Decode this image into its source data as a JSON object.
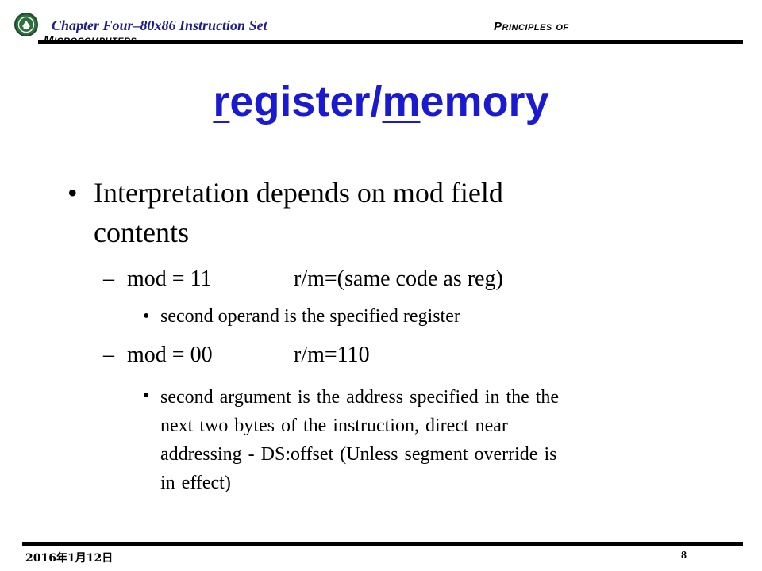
{
  "header": {
    "chapter": "Chapter Four–80x86 Instruction Set",
    "principles": "Principles of",
    "microcomputers": "Microcomputers",
    "logo_icon": "university-seal-icon"
  },
  "title": {
    "part1_underlined": "r",
    "part2": "egister/",
    "part3_underlined": "m",
    "part4": "emory",
    "color": "#1a1ad0"
  },
  "content": {
    "bullet1": {
      "line1": "Interpretation depends on mod field",
      "line2": "contents"
    },
    "sub1": {
      "mod": "mod = 11",
      "rm": "r/m=(same code as reg)",
      "detail": "second operand is the specified register"
    },
    "sub2": {
      "mod": "mod = 00",
      "rm": "r/m=110",
      "detail_lines": [
        "second argument is the address specified in the the",
        "next two bytes of the instruction, direct near",
        "addressing - DS:offset (Unless segment override is",
        "in effect)"
      ]
    }
  },
  "footer": {
    "date": "2016年1月12日",
    "page": "8"
  }
}
